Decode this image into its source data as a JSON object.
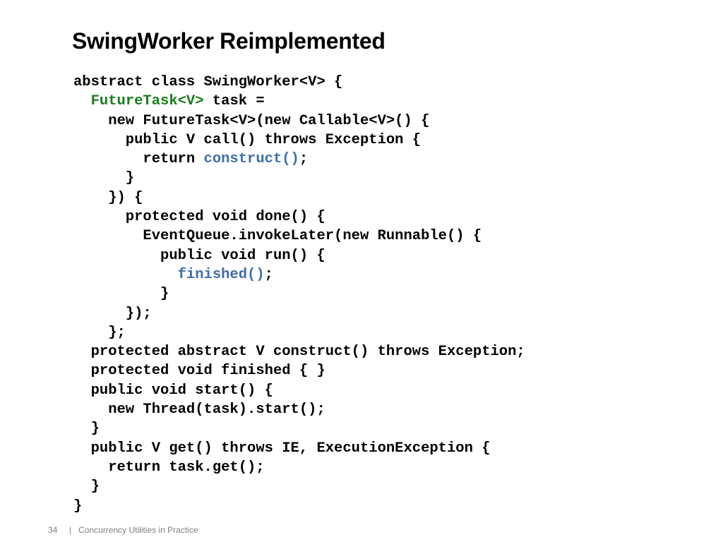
{
  "slide": {
    "title": "SwingWorker Reimplemented",
    "footer": {
      "page_number": "34",
      "separator": "|",
      "text": "Concurrency Utilities in Practice"
    },
    "colors": {
      "green": "#1a7d1a",
      "blue": "#3d6ea8"
    },
    "code_lines": [
      [
        {
          "t": "abstract class SwingWorker<V> {",
          "c": ""
        }
      ],
      [
        {
          "t": "  ",
          "c": ""
        },
        {
          "t": "FutureTask<V>",
          "c": "green"
        },
        {
          "t": " task =",
          "c": ""
        }
      ],
      [
        {
          "t": "    new FutureTask<V>(new Callable<V>() {",
          "c": ""
        }
      ],
      [
        {
          "t": "      public V call() throws Exception {",
          "c": ""
        }
      ],
      [
        {
          "t": "        return ",
          "c": ""
        },
        {
          "t": "construct()",
          "c": "blue"
        },
        {
          "t": ";",
          "c": ""
        }
      ],
      [
        {
          "t": "      }",
          "c": ""
        }
      ],
      [
        {
          "t": "    }) {",
          "c": ""
        }
      ],
      [
        {
          "t": "      protected void done() {",
          "c": ""
        }
      ],
      [
        {
          "t": "        EventQueue.invokeLater(new Runnable() {",
          "c": ""
        }
      ],
      [
        {
          "t": "          public void run() {",
          "c": ""
        }
      ],
      [
        {
          "t": "            ",
          "c": ""
        },
        {
          "t": "finished()",
          "c": "blue"
        },
        {
          "t": ";",
          "c": ""
        }
      ],
      [
        {
          "t": "          }",
          "c": ""
        }
      ],
      [
        {
          "t": "      });",
          "c": ""
        }
      ],
      [
        {
          "t": "    };",
          "c": ""
        }
      ],
      [
        {
          "t": "  protected abstract V construct() throws Exception;",
          "c": ""
        }
      ],
      [
        {
          "t": "  protected void finished { }",
          "c": ""
        }
      ],
      [
        {
          "t": "  public void start() {",
          "c": ""
        }
      ],
      [
        {
          "t": "    new Thread(task).start();",
          "c": ""
        }
      ],
      [
        {
          "t": "  }",
          "c": ""
        }
      ],
      [
        {
          "t": "  public V get() throws IE, ExecutionException {",
          "c": ""
        }
      ],
      [
        {
          "t": "    return task.get();",
          "c": ""
        }
      ],
      [
        {
          "t": "  }",
          "c": ""
        }
      ],
      [
        {
          "t": "}",
          "c": ""
        }
      ]
    ]
  }
}
